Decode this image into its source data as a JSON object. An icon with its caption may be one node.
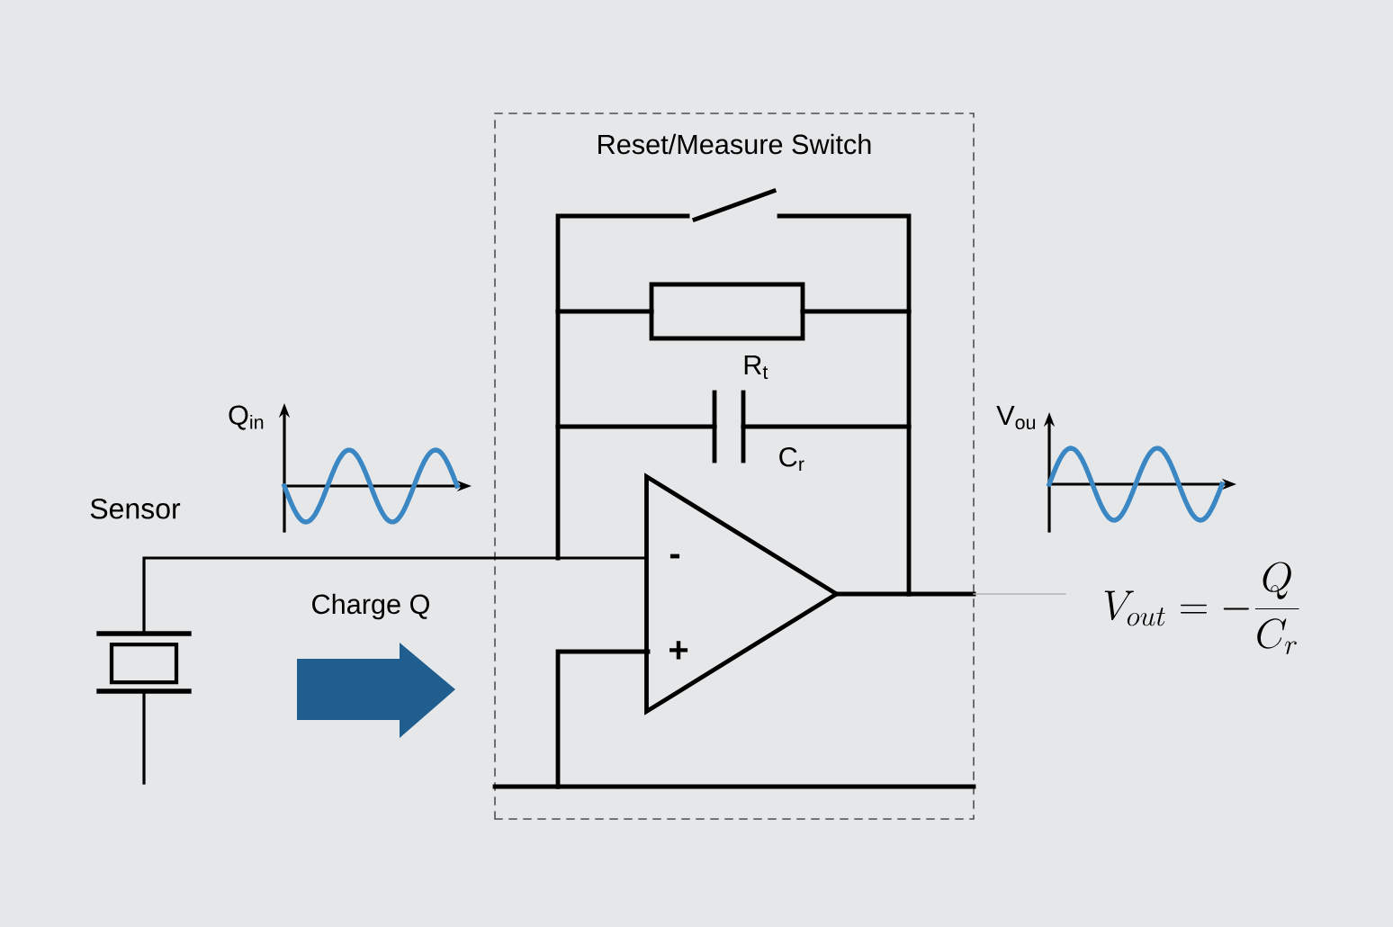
{
  "diagram": {
    "nodes": [
      {
        "text": [],
        "shape": "picture",
        "beside": [
          "Sensor"
        ]
      },
      {
        "text": [
          "Reset/Measure Switch"
        ]
      },
      {
        "text": [
          "-",
          "+"
        ],
        "in": 1
      }
    ],
    "edges": [
      {
        "from": 0,
        "to": 2,
        "arrow": "none"
      }
    ],
    "labels": [
      "R$_{t}$",
      "Q$_{in}$",
      "V$_{ou}$",
      "C$_{r}$",
      "Charge Q",
      "V_{out} = -\\frac{Q}{C_r}"
    ]
  }
}
